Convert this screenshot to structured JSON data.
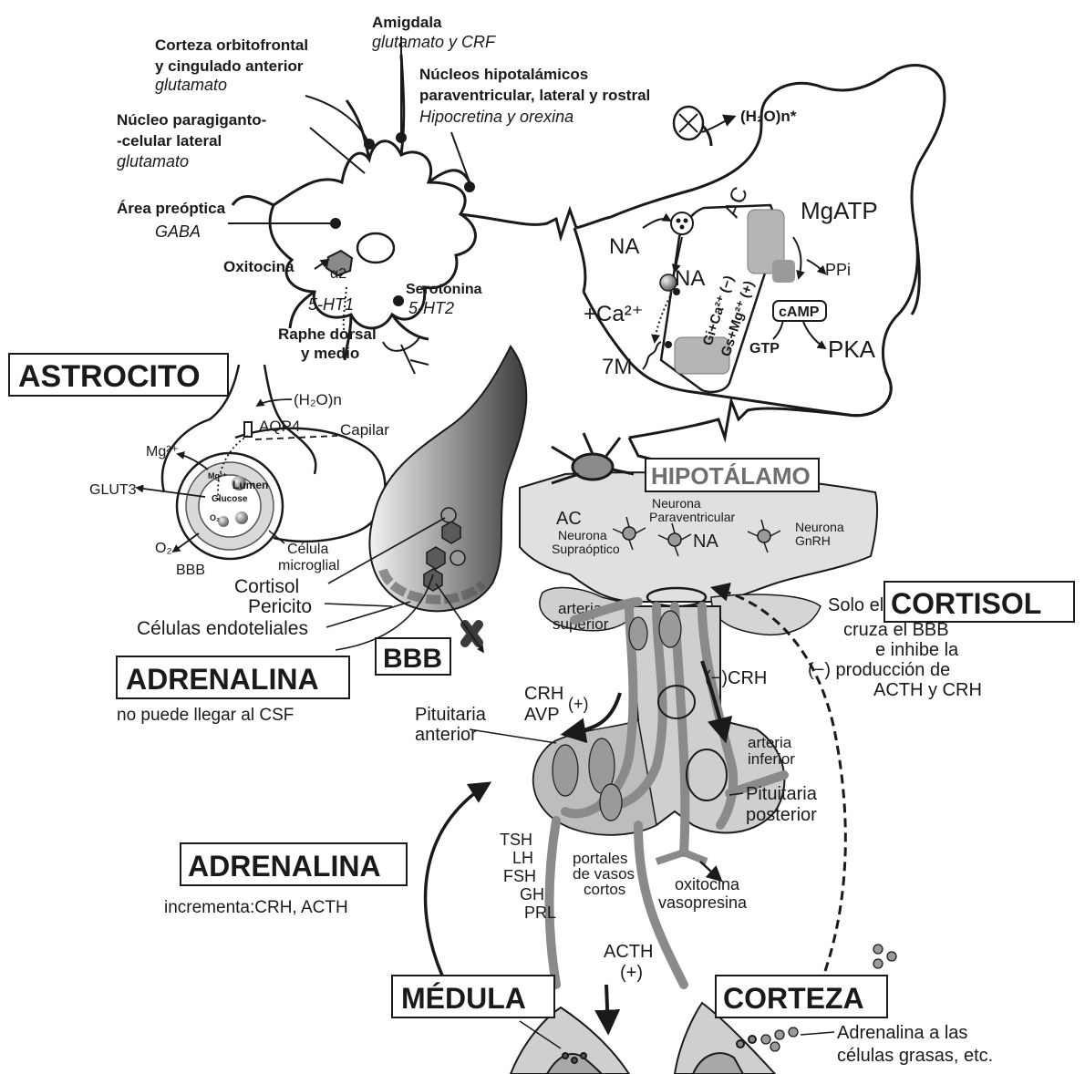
{
  "colors": {
    "ink": "#1a1a1a",
    "gray_light": "#d9d9d9",
    "gray_mid": "#a8a8a8",
    "gray_dark": "#6e6e6e",
    "vessel": "#8a8a8a",
    "white": "#ffffff"
  },
  "neuron_inputs": {
    "amigdala": {
      "name": "Amigdala",
      "transmitter": "glutamato y CRF"
    },
    "corteza_orbito": {
      "name_l1": "Corteza orbitofrontal",
      "name_l2": "y cingulado anterior",
      "transmitter": "glutamato"
    },
    "nucleos_hipo": {
      "name_l1": "Núcleos hipotalámicos",
      "name_l2": "paraventricular, lateral y rostral",
      "transmitter": "Hipocretina y orexina"
    },
    "paragiganto": {
      "name_l1": "Núcleo paragiganto-",
      "name_l2": "-celular lateral",
      "transmitter": "glutamato"
    },
    "preoptica": {
      "name": "Área preóptica",
      "transmitter": "GABA"
    },
    "oxitocina": "Oxitocina",
    "alpha2": "α2",
    "serotonina": "Serotonina",
    "ht1": "5-HT1",
    "ht2": "5-HT2",
    "raphe_l1": "Raphe dorsal",
    "raphe_l2": "y medio"
  },
  "synapse": {
    "h2o": "(H₂O)n*",
    "ac": "AC",
    "mgatp": "MgATP",
    "na": "NA",
    "na2": "NA",
    "ppi": "PPi",
    "ca": "+Ca²⁺",
    "gi": "Gi+Ca²⁺ (−)",
    "gs": "Gs+Mg²⁺ (+)",
    "camp": "cAMP",
    "gtp": "GTP",
    "pka": "PKA",
    "sevenm": "7M"
  },
  "astrocito": {
    "title": "ASTROCITO",
    "h2o": "(H₂O)n",
    "aqp4": "AQP4",
    "capilar": "Capilar",
    "mg": "Mg²⁺",
    "glut3": "GLUT3",
    "o2": "O₂",
    "bbb": "BBB",
    "lumen": "Lumen",
    "glucose": "Glucose",
    "mg_small": "Mg²⁺",
    "o2_small": "O₂",
    "microglial_l1": "Célula",
    "microglial_l2": "microglial"
  },
  "vessel_labels": {
    "cortisol": "Cortisol",
    "pericito": "Pericito",
    "endoteliales": "Células endoteliales",
    "bbb": "BBB"
  },
  "adrenalina_top": {
    "title": "ADRENALINA",
    "note": "no puede llegar al CSF"
  },
  "hipotalamo": {
    "title": "HIPOTÁLAMO",
    "ac": "AC",
    "neurona_para_l1": "Neurona",
    "neurona_para_l2": "Paraventricular",
    "na": "NA",
    "neurona_supra_l1": "Neurona",
    "neurona_supra_l2": "Supraóptico",
    "neurona_gnrh_l1": "Neurona",
    "neurona_gnrh_l2": "GnRH",
    "arteria_sup_l1": "arteria",
    "arteria_sup_l2": "superior"
  },
  "cortisol_note": {
    "l1": "Solo el",
    "title": "CORTISOL",
    "l2": "cruza el BBB",
    "l3": "e inhibe la",
    "l4": "(−) producción de",
    "l5": "ACTH y CRH"
  },
  "pituitaria": {
    "crh": "CRH",
    "avp": "AVP",
    "plus": "(+)",
    "minus_crh": "(−)CRH",
    "ant_l1": "Pituitaria",
    "ant_l2": "anterior",
    "art_inf_l1": "arteria",
    "art_inf_l2": "inferior",
    "post_l1": "Pituitaria",
    "post_l2": "posterior",
    "hormones": [
      "TSH",
      "LH",
      "FSH",
      "GH",
      "PRL"
    ],
    "portales_l1": "portales",
    "portales_l2": "de vasos",
    "portales_l3": "cortos",
    "oxi_l1": "oxitocina",
    "oxi_l2": "vasopresina",
    "acth": "ACTH",
    "acth_plus": "(+)"
  },
  "adrenalina_bottom": {
    "title": "ADRENALINA",
    "note": "incrementa:CRH, ACTH"
  },
  "medula": "MÉDULA",
  "corteza": "CORTEZA",
  "grasas_l1": "Adrenalina a las",
  "grasas_l2": "células grasas, etc."
}
